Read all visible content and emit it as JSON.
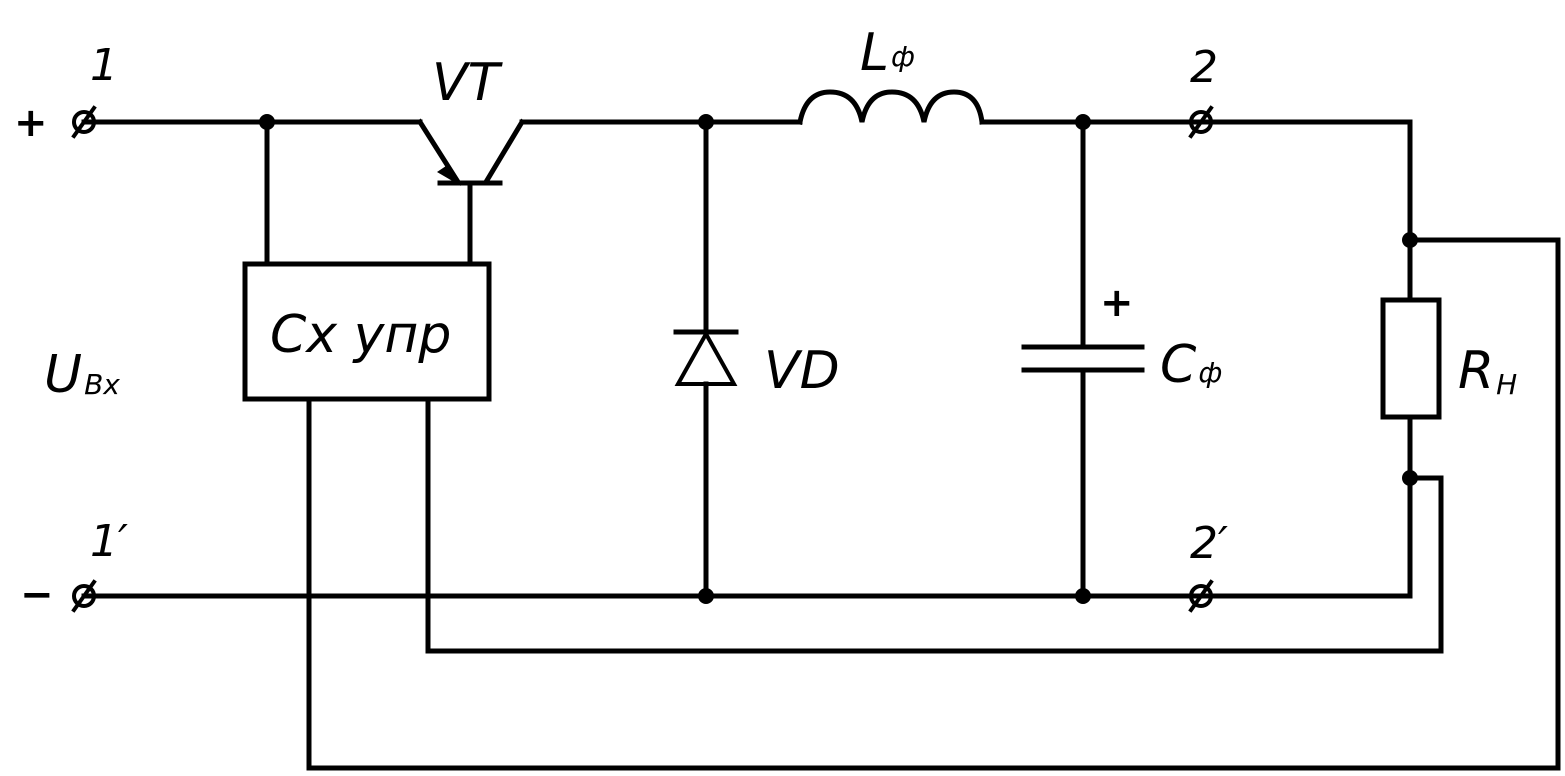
{
  "labels": {
    "plus": "+",
    "minus": "−",
    "term1": "1",
    "term1p": "1′",
    "term2": "2",
    "term2p": "2′",
    "uin_main": "U",
    "uin_sub": "Вх",
    "vt": "VT",
    "lf_main": "L",
    "lf_sub": "ф",
    "control": "Сх упр",
    "vd": "VD",
    "cap_plus": "+",
    "cf_main": "C",
    "cf_sub": "ф",
    "rn_main": "R",
    "rn_sub": "Н"
  }
}
